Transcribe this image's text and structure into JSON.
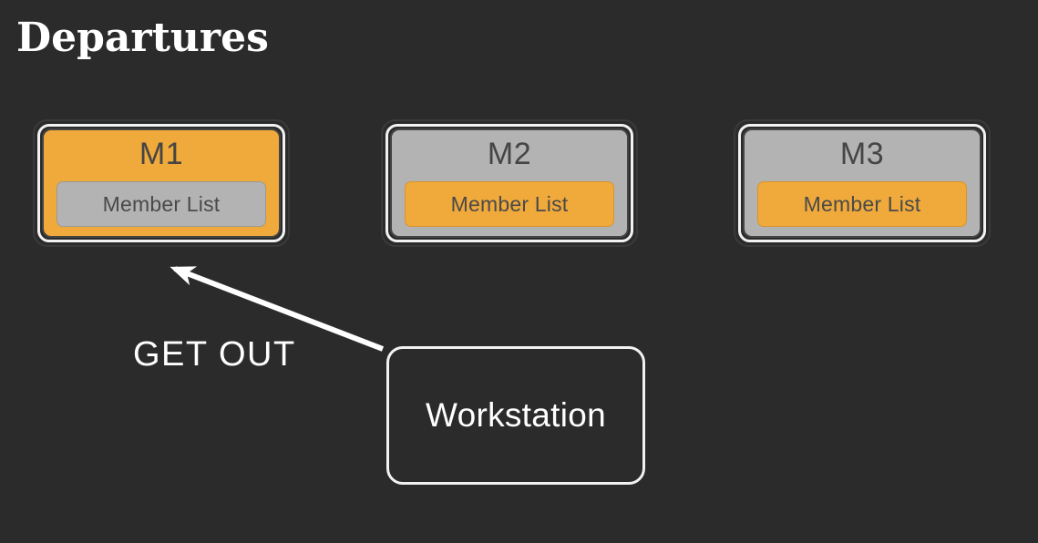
{
  "page": {
    "title": "Departures",
    "background_color": "#2b2b2b"
  },
  "colors": {
    "background": "#2b2b2b",
    "orange": "#f0a93b",
    "gray": "#b3b3b3",
    "white": "#f2f2f2",
    "text_dark": "#454545"
  },
  "machines": [
    {
      "name": "M1",
      "body_fill": "orange",
      "member_list_label": "Member List",
      "member_list_fill": "gray",
      "highlighted": true
    },
    {
      "name": "M2",
      "body_fill": "gray",
      "member_list_label": "Member List",
      "member_list_fill": "orange",
      "highlighted": false
    },
    {
      "name": "M3",
      "body_fill": "gray",
      "member_list_label": "Member List",
      "member_list_fill": "orange",
      "highlighted": false
    }
  ],
  "workstation": {
    "label": "Workstation"
  },
  "annotation": {
    "arrow_label": "GET OUT",
    "arrow_from": "Workstation",
    "arrow_to": "M1",
    "arrow_color": "#ffffff"
  }
}
